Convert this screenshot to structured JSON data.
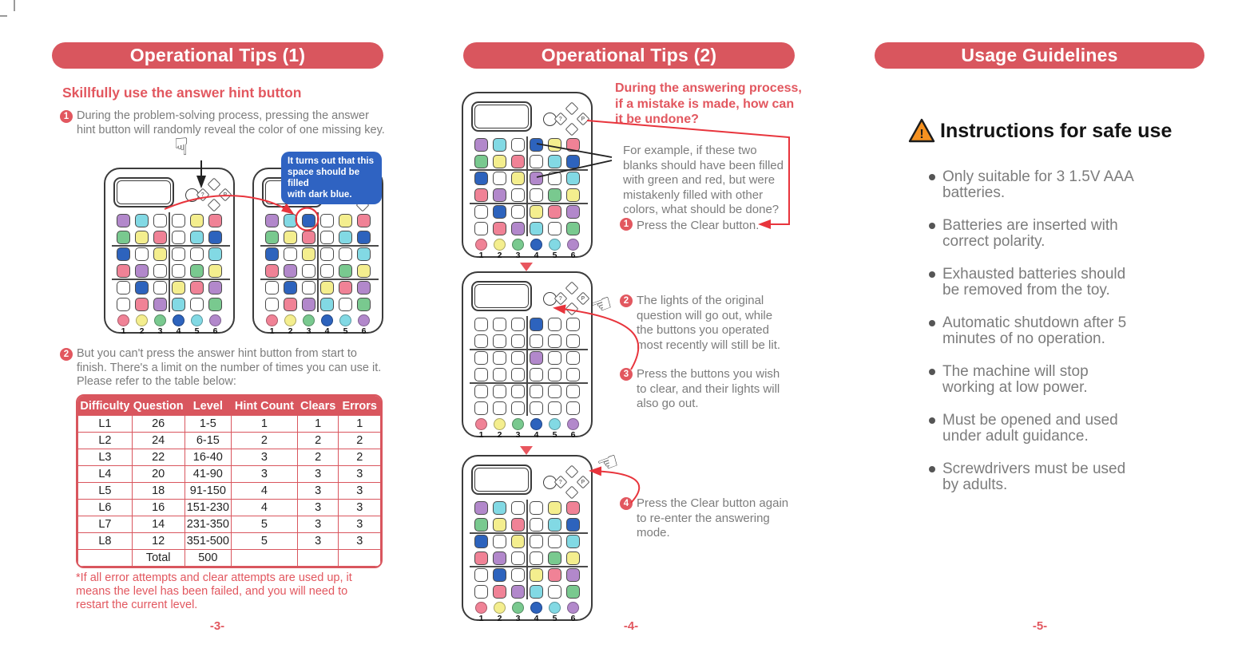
{
  "accent": {
    "red": "#d9565e",
    "red_bright": "#e8343c",
    "bubble_blue": "#2f63c2"
  },
  "icons": {
    "hand_down": "☟",
    "hand_left": "☜",
    "warning_symbol": "!"
  },
  "col1": {
    "header": "Operational Tips (1)",
    "subheading": "Skillfully use the answer hint button",
    "steps": [
      {
        "num": "1",
        "text": "During the problem-solving process, pressing the answer\nhint button will randomly reveal the color of one missing key."
      },
      {
        "num": "2",
        "text": "But you can't press the answer hint button from start to\nfinish. There's a limit on the number of times you can use it.\nPlease refer to the table below:"
      }
    ],
    "bubble": "It turns out that this\nspace should be filled\nwith dark blue.",
    "table": {
      "headers": [
        "Difficulty",
        "Question",
        "Level",
        "Hint Count",
        "Clears",
        "Errors"
      ],
      "rows": [
        [
          "L1",
          "26",
          "1-5",
          "1",
          "1",
          "1"
        ],
        [
          "L2",
          "24",
          "6-15",
          "2",
          "2",
          "2"
        ],
        [
          "L3",
          "22",
          "16-40",
          "3",
          "2",
          "2"
        ],
        [
          "L4",
          "20",
          "41-90",
          "3",
          "3",
          "3"
        ],
        [
          "L5",
          "18",
          "91-150",
          "4",
          "3",
          "3"
        ],
        [
          "L6",
          "16",
          "151-230",
          "4",
          "3",
          "3"
        ],
        [
          "L7",
          "14",
          "231-350",
          "5",
          "3",
          "3"
        ],
        [
          "L8",
          "12",
          "351-500",
          "5",
          "3",
          "3"
        ],
        [
          "",
          "Total",
          "500",
          "",
          "",
          ""
        ]
      ]
    },
    "footnote": "*If all error attempts and clear attempts are used up, it\nmeans the level has been failed, and you will need to\nrestart the current level.",
    "page_number": "-3-"
  },
  "col2": {
    "header": "Operational Tips (2)",
    "question": "During the answering process,\nif a mistake is made, how can\nit be undone?",
    "example": "For example, if these two\nblanks should have been filled\nwith green and red, but were\nmistakenly filled with other\ncolors, what should be done?",
    "steps": [
      {
        "num": "1",
        "text": "Press the Clear button."
      },
      {
        "num": "2",
        "text": "The lights of the original\nquestion will go out, while\nthe buttons you operated\nmost recently will still be lit."
      },
      {
        "num": "3",
        "text": "Press the buttons you wish\nto clear, and their lights will\nalso go out."
      },
      {
        "num": "4",
        "text": "Press the Clear button again\nto re-enter the answering\nmode."
      }
    ],
    "page_number": "-4-"
  },
  "col3": {
    "header": "Usage Guidelines",
    "safety_title": "Instructions for safe use",
    "bullets": [
      "Only suitable for 3 1.5V AAA\nbatteries.",
      "Batteries are inserted with\ncorrect polarity.",
      "Exhausted batteries should\nbe removed from the toy.",
      "Automatic shutdown after 5\nminutes of no operation.",
      "The machine will stop\nworking at low power.",
      "Must be opened and used\nunder adult guidance.",
      "Screwdrivers must be used\nby adults."
    ],
    "page_number": "-5-"
  },
  "devices": {
    "palette": {
      "W": "#ffffff",
      "P": "#f08296",
      "Y": "#f4ee8e",
      "G": "#79c98f",
      "B": "#2d63bd",
      "C": "#82d9e4",
      "V": "#b288cb"
    },
    "dpad": {
      "hint_glyph": "?",
      "clear_glyph": "P"
    },
    "legend_colors": [
      "P",
      "Y",
      "G",
      "B",
      "C",
      "V"
    ],
    "legend_labels": [
      "1",
      "2",
      "3",
      "4",
      "5",
      "6"
    ],
    "defs": {
      "base": {
        "grid": [
          [
            "V",
            "C",
            "W",
            "W",
            "Y",
            "P"
          ],
          [
            "G",
            "Y",
            "P",
            "W",
            "C",
            "B"
          ],
          [
            "B",
            "W",
            "Y",
            "W",
            "W",
            "C"
          ],
          [
            "P",
            "V",
            "W",
            "W",
            "G",
            "Y"
          ],
          [
            "W",
            "B",
            "W",
            "Y",
            "P",
            "V"
          ],
          [
            "W",
            "P",
            "V",
            "C",
            "W",
            "G"
          ]
        ]
      },
      "base_hint": {
        "grid": [
          [
            "V",
            "C",
            "B",
            "W",
            "Y",
            "P"
          ],
          [
            "G",
            "Y",
            "P",
            "W",
            "C",
            "B"
          ],
          [
            "B",
            "W",
            "Y",
            "W",
            "W",
            "C"
          ],
          [
            "P",
            "V",
            "W",
            "W",
            "G",
            "Y"
          ],
          [
            "W",
            "B",
            "W",
            "Y",
            "P",
            "V"
          ],
          [
            "W",
            "P",
            "V",
            "C",
            "W",
            "G"
          ]
        ],
        "highlight": [
          0,
          2
        ]
      },
      "mistake": {
        "grid": [
          [
            "V",
            "C",
            "W",
            "B",
            "Y",
            "P"
          ],
          [
            "G",
            "Y",
            "P",
            "W",
            "C",
            "B"
          ],
          [
            "B",
            "W",
            "Y",
            "V",
            "W",
            "C"
          ],
          [
            "P",
            "V",
            "W",
            "W",
            "G",
            "Y"
          ],
          [
            "W",
            "B",
            "W",
            "Y",
            "P",
            "V"
          ],
          [
            "W",
            "P",
            "V",
            "C",
            "W",
            "G"
          ]
        ]
      },
      "cleared": {
        "grid": [
          [
            "W",
            "W",
            "W",
            "B",
            "W",
            "W"
          ],
          [
            "W",
            "W",
            "W",
            "W",
            "W",
            "W"
          ],
          [
            "W",
            "W",
            "W",
            "V",
            "W",
            "W"
          ],
          [
            "W",
            "W",
            "W",
            "W",
            "W",
            "W"
          ],
          [
            "W",
            "W",
            "W",
            "W",
            "W",
            "W"
          ],
          [
            "W",
            "W",
            "W",
            "W",
            "W",
            "W"
          ]
        ]
      }
    }
  }
}
